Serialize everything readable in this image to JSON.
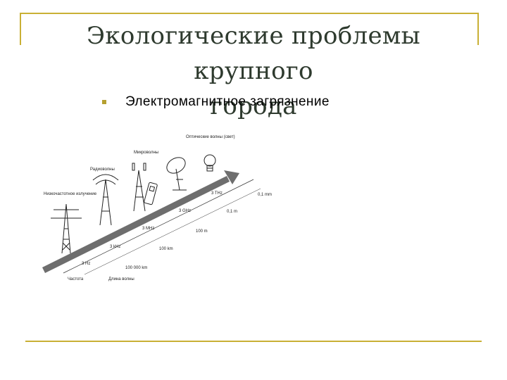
{
  "slide": {
    "title_line1": "Экологические проблемы крупного",
    "title_line2": "города",
    "bullet_text": "Электромагнитное загрязнение"
  },
  "diagram": {
    "bands": {
      "low_freq": "Низкочастотное излучение",
      "radio": "Радиоволны",
      "micro": "Микроволны",
      "optical": "Оптические волны (свет)"
    },
    "freq_ticks": [
      "3 Hz",
      "3 kHz",
      "3 MHz",
      "3 GHz",
      "3 THz"
    ],
    "wave_ticks": [
      "100 000 km",
      "100 km",
      "100 m",
      "0,1 m",
      "0,1 mm"
    ],
    "axis_freq": "Частота",
    "axis_wave": "Длина волны"
  },
  "colors": {
    "accent": "#c9b035",
    "bullet": "#b5a030",
    "title": "#2e3a2e"
  }
}
